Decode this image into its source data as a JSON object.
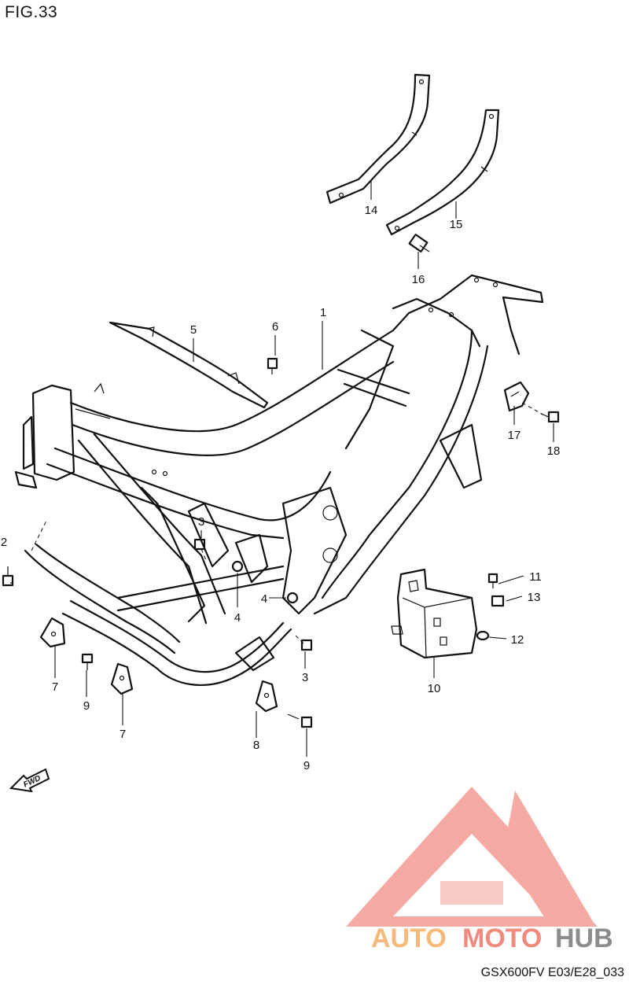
{
  "figure_title": "FIG.33",
  "footer_code": "GSX600FV E03/E28_033",
  "fwd_label": "FWD",
  "watermark": {
    "parts": [
      "AUTO",
      "MOTO",
      "HUB"
    ],
    "colors": {
      "auto": "#f5b97a",
      "moto": "#f08a7e",
      "hub": "#8c8c8c",
      "logo": "#f4a09a"
    }
  },
  "callouts": {
    "c1": "1",
    "c2": "2",
    "c3a": "3",
    "c3b": "3",
    "c4a": "4",
    "c4b": "4",
    "c5": "5",
    "c6": "6",
    "c7a": "7",
    "c7b": "7",
    "c8": "8",
    "c9a": "9",
    "c9b": "9",
    "c10": "10",
    "c11": "11",
    "c12": "12",
    "c13": "13",
    "c14": "14",
    "c15": "15",
    "c16": "16",
    "c17": "17",
    "c18": "18"
  }
}
